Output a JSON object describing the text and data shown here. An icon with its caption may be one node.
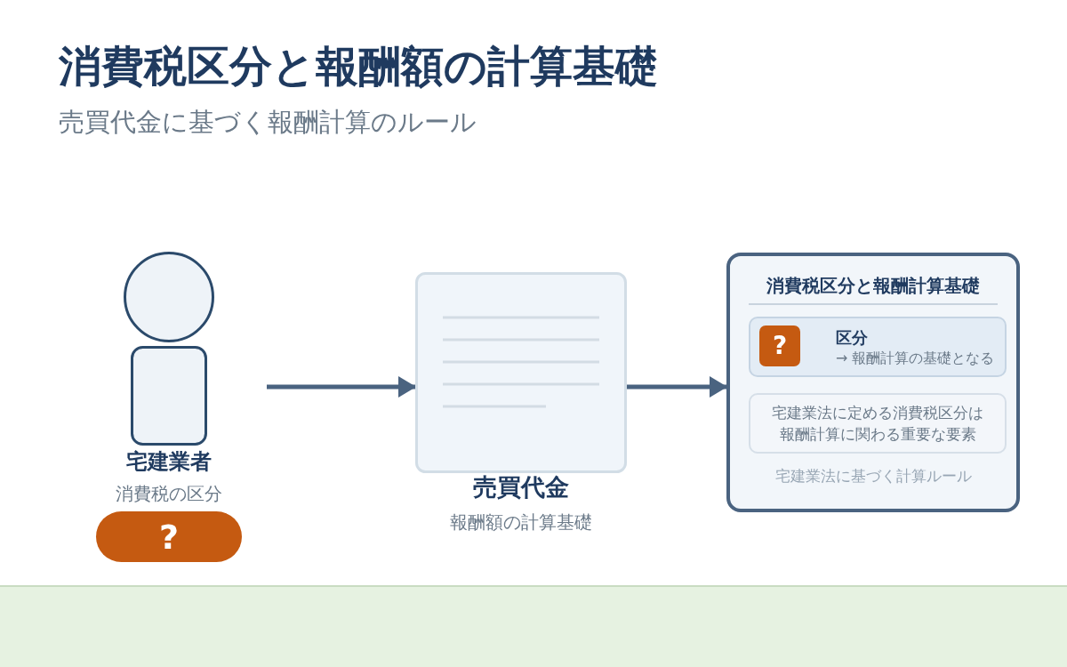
{
  "diagram": {
    "title": "消費税区分と報酬額の計算基礎",
    "nodes": [
      {
        "text": [
          "宅建業者",
          "消費税の区分"
        ]
      },
      {
        "text": [
          "?"
        ]
      },
      {
        "text": [
          "売買代金",
          "報酬額の計算基礎"
        ]
      },
      {
        "text": [
          "消費税区分と報酬計算基礎",
          "宅建業法に基づく計算ルール"
        ]
      },
      {
        "text": [
          "区分",
          "→ 報酬計算の基礎となる"
        ],
        "in": 3
      },
      {
        "text": [
          "?"
        ],
        "in": 4
      },
      {
        "text": [
          "宅建業法に定める消費税区分は報酬計算に関わる重要な要素"
        ],
        "in": 3
      }
    ],
    "edges": [
      {
        "from": 0,
        "to": 2,
        "arrow": "to"
      },
      {
        "from": 2,
        "to": 3,
        "arrow": "to"
      }
    ],
    "labels": [
      "売買代金に基づく報酬計算のルール"
    ]
  }
}
